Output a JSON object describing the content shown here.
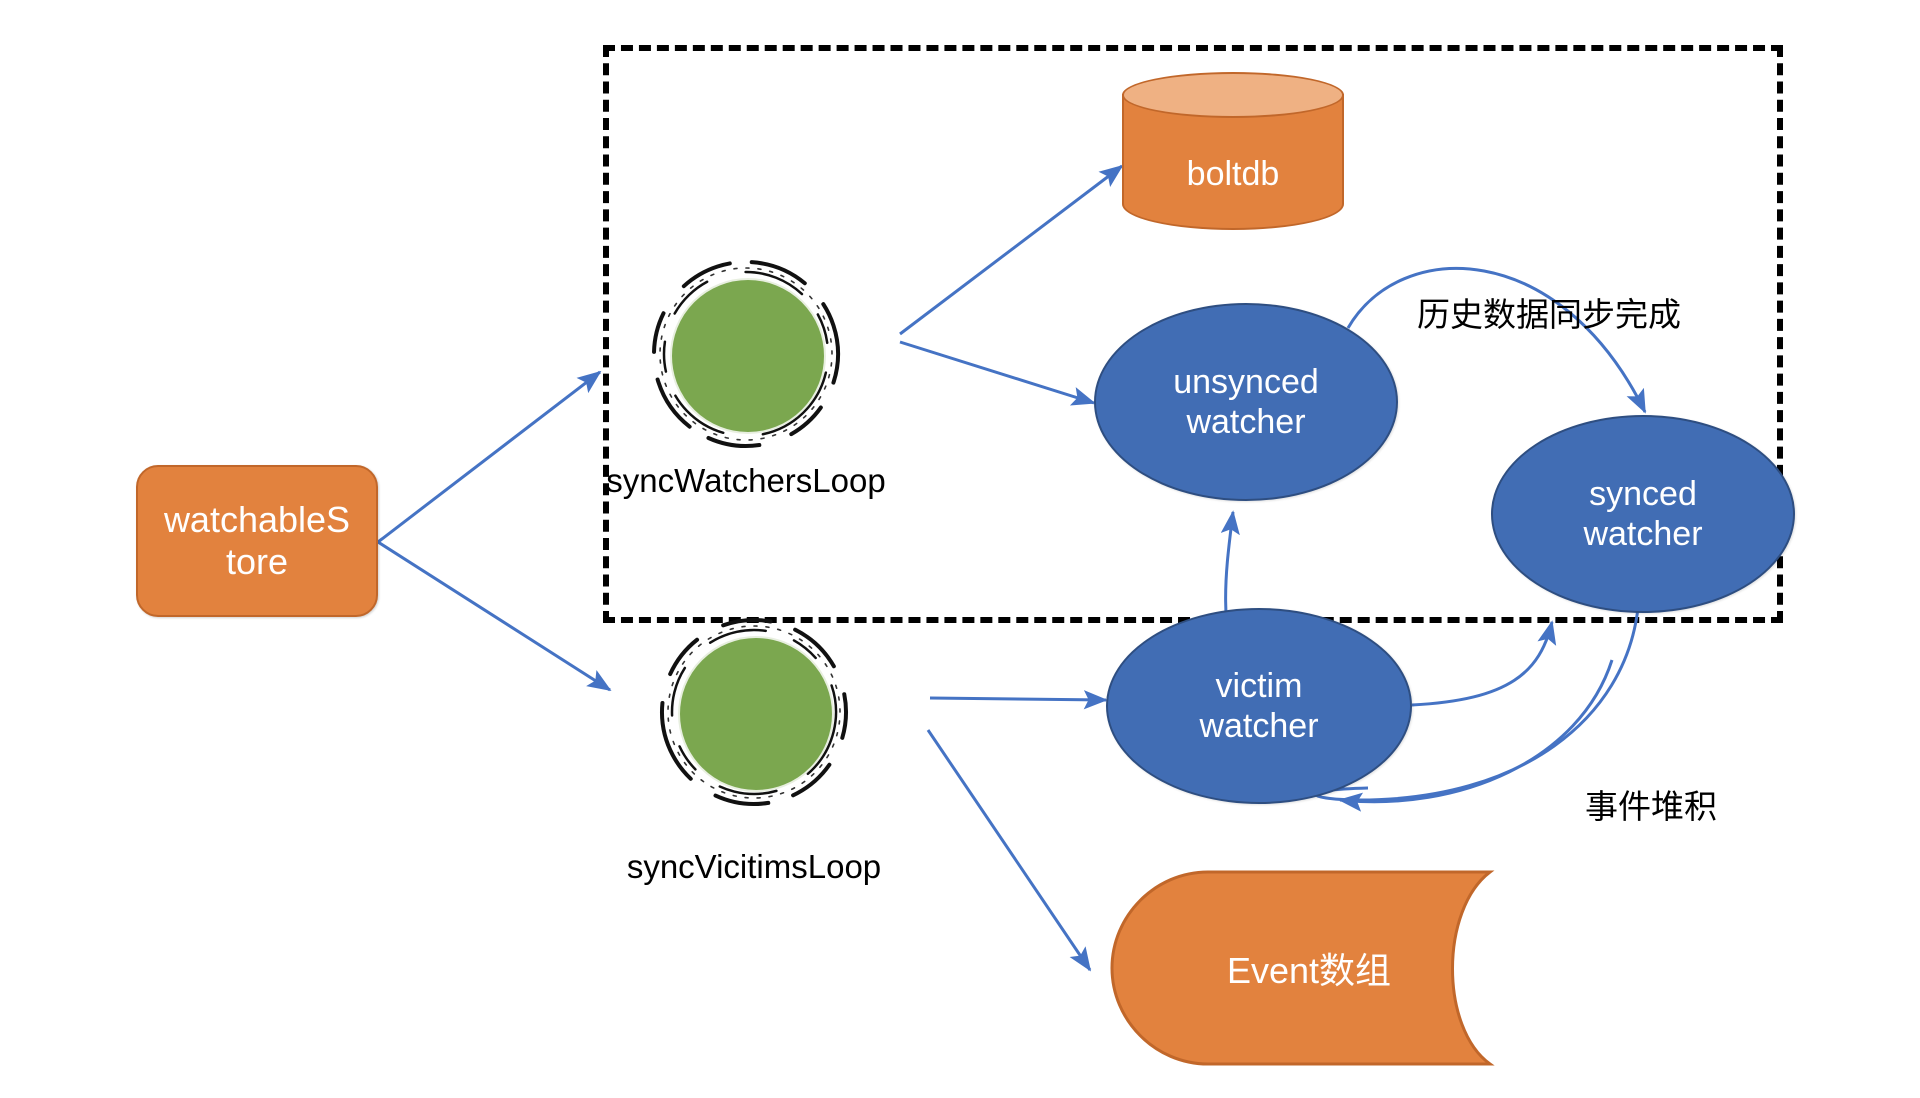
{
  "diagram": {
    "title": "etcd watchableStore watcher synchronization flow",
    "colors": {
      "orange_fill": "#E2823E",
      "orange_stroke": "#C1672A",
      "orange_light": "#EFB183",
      "blue_fill": "#416DB4",
      "blue_stroke": "#2E4E81",
      "green_fill": "#7BA74F",
      "arrow_blue": "#4573C4",
      "dashed_black": "#000000"
    }
  },
  "region": {
    "name": "watchable-store-internal-region",
    "style": "dashed"
  },
  "nodes": {
    "store": {
      "label_line1": "watchableS",
      "label_line2": "tore",
      "shape": "rounded-rectangle"
    },
    "boltdb": {
      "label": "boltdb",
      "shape": "cylinder"
    },
    "sync_watchers_loop": {
      "label": "syncWatchersLoop",
      "shape": "circle"
    },
    "sync_victims_loop": {
      "label": "syncVicitimsLoop",
      "shape": "circle"
    },
    "unsynced_watcher": {
      "label_line1": "unsynced",
      "label_line2": "watcher",
      "shape": "ellipse"
    },
    "synced_watcher": {
      "label_line1": "synced",
      "label_line2": "watcher",
      "shape": "ellipse"
    },
    "victim_watcher": {
      "label_line1": "victim",
      "label_line2": "watcher",
      "shape": "ellipse"
    },
    "event_array": {
      "label": "Event数组",
      "shape": "tape"
    }
  },
  "annotations": {
    "history_sync_done": "历史数据同步完成",
    "event_backlog": "事件堆积"
  },
  "edges": [
    {
      "name": "store-to-sync-watchers-loop",
      "from": "store",
      "to": "sync_watchers_loop",
      "style": "straight-arrow"
    },
    {
      "name": "store-to-sync-victims-loop",
      "from": "store",
      "to": "sync_victims_loop",
      "style": "straight-arrow"
    },
    {
      "name": "sync-watchers-loop-to-boltdb",
      "from": "sync_watchers_loop",
      "to": "boltdb",
      "style": "straight-arrow"
    },
    {
      "name": "sync-watchers-loop-to-unsynced-watcher",
      "from": "sync_watchers_loop",
      "to": "unsynced_watcher",
      "style": "straight-arrow"
    },
    {
      "name": "unsynced-watcher-to-synced-watcher",
      "from": "unsynced_watcher",
      "to": "synced_watcher",
      "style": "curved-arrow",
      "label": "历史数据同步完成"
    },
    {
      "name": "sync-victims-loop-to-victim-watcher",
      "from": "sync_victims_loop",
      "to": "victim_watcher",
      "style": "straight-arrow"
    },
    {
      "name": "sync-victims-loop-to-event-array",
      "from": "sync_victims_loop",
      "to": "event_array",
      "style": "straight-arrow"
    },
    {
      "name": "victim-watcher-to-unsynced-watcher",
      "from": "victim_watcher",
      "to": "unsynced_watcher",
      "style": "curved-arrow"
    },
    {
      "name": "victim-watcher-to-synced-watcher",
      "from": "victim_watcher",
      "to": "synced_watcher",
      "style": "curved-arrow"
    },
    {
      "name": "synced-watcher-to-victim-watcher",
      "from": "synced_watcher",
      "to": "victim_watcher",
      "style": "curved-arrow",
      "label": "事件堆积"
    }
  ]
}
